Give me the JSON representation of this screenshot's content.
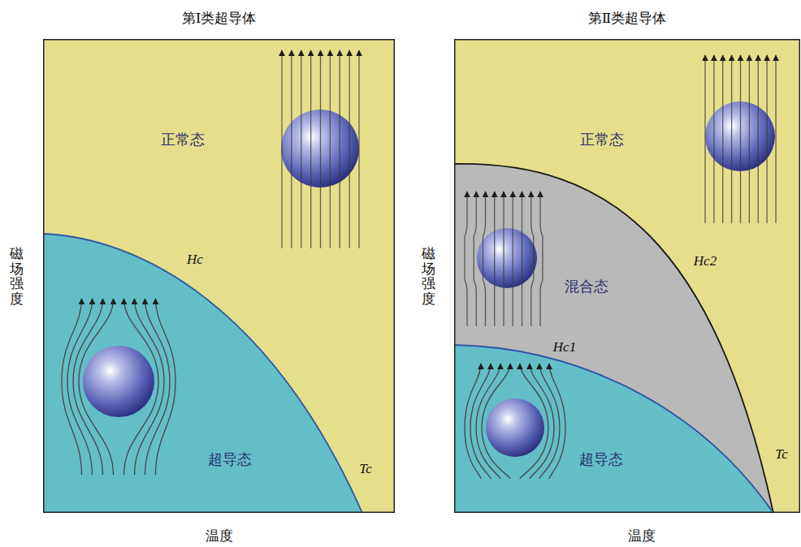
{
  "diagram": {
    "nodes": [
      {
        "text": [
          "第Ⅰ类超导体"
        ]
      },
      {
        "text": [
          "正常态"
        ],
        "in": 0
      },
      {
        "text": [
          "超导态"
        ],
        "in": 0
      },
      {
        "text": [
          "第Ⅱ类超导体"
        ]
      },
      {
        "text": [
          "正常态"
        ],
        "in": 3
      },
      {
        "text": [
          "混合态"
        ],
        "in": 3
      },
      {
        "text": [
          "超导态"
        ],
        "in": 3
      }
    ],
    "labels": [
      "磁场强度",
      "温度",
      "Hc",
      "Tc",
      "磁场强度",
      "温度",
      "Hc2",
      "Hc1",
      "Tc"
    ]
  }
}
